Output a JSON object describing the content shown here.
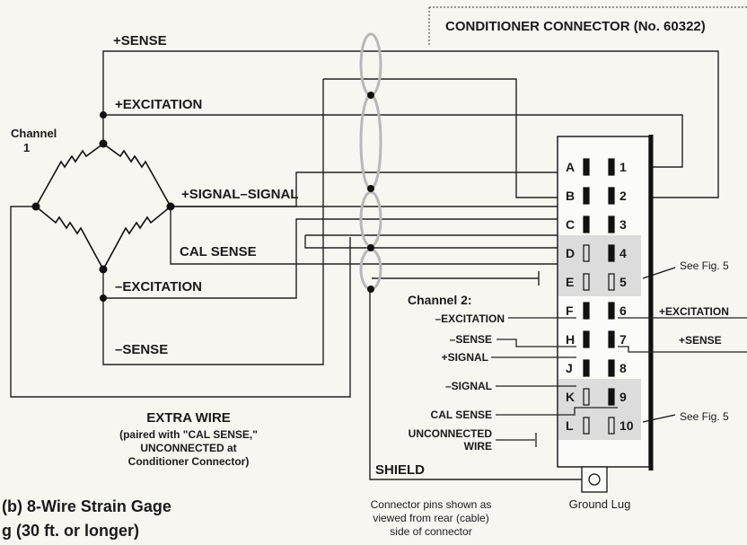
{
  "header": {
    "connector_title": "CONDITIONER CONNECTOR (No. 60322)"
  },
  "channel1": {
    "label_line1": "Channel",
    "label_line2": "1"
  },
  "wire_labels": {
    "plus_sense": "+SENSE",
    "plus_excitation": "+EXCITATION",
    "signal_pair": "+SIGNAL–SIGNAL",
    "cal_sense": "CAL SENSE",
    "minus_excitation": "–EXCITATION",
    "minus_sense": "–SENSE"
  },
  "extra_wire": {
    "title": "EXTRA WIRE",
    "line1": "(paired with \"CAL SENSE,\"",
    "line2": "UNCONNECTED at",
    "line3": "Conditioner Connector)"
  },
  "caption": {
    "line1": "(b)  8-Wire Strain Gage",
    "line2": "g (30 ft. or longer)"
  },
  "channel2": {
    "title": "Channel 2:",
    "minus_excitation": "–EXCITATION",
    "minus_sense": "–SENSE",
    "plus_signal": "+SIGNAL",
    "minus_signal": "–SIGNAL",
    "cal_sense": "CAL SENSE",
    "unconnected_line1": "UNCONNECTED",
    "unconnected_line2": "WIRE",
    "plus_excitation": "+EXCITATION",
    "plus_sense": "+SENSE"
  },
  "connector": {
    "left_pins": [
      "A",
      "B",
      "C",
      "D",
      "E",
      "F",
      "H",
      "J",
      "K",
      "L"
    ],
    "right_pins": [
      "1",
      "2",
      "3",
      "4",
      "5",
      "6",
      "7",
      "8",
      "9",
      "10"
    ],
    "see_fig_top": "See Fig. 5",
    "see_fig_bottom": "See Fig. 5"
  },
  "shield_label": "SHIELD",
  "ground_lug_label": "Ground Lug",
  "footnote": {
    "line1": "Connector pins shown as",
    "line2": "viewed from rear (cable)",
    "line3": "side of connector"
  }
}
